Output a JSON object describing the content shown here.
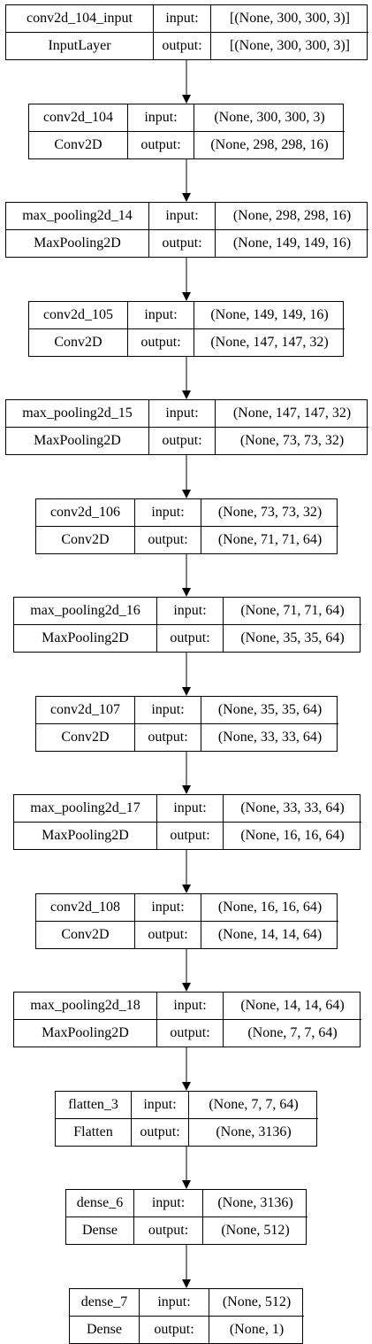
{
  "layers": [
    {
      "name": "conv2d_104_input",
      "type": "InputLayer",
      "input_label": "input:",
      "output_label": "output:",
      "input": "[(None, 300, 300, 3)]",
      "output": "[(None, 300, 300, 3)]"
    },
    {
      "name": "conv2d_104",
      "type": "Conv2D",
      "input_label": "input:",
      "output_label": "output:",
      "input": "(None, 300, 300, 3)",
      "output": "(None, 298, 298, 16)"
    },
    {
      "name": "max_pooling2d_14",
      "type": "MaxPooling2D",
      "input_label": "input:",
      "output_label": "output:",
      "input": "(None, 298, 298, 16)",
      "output": "(None, 149, 149, 16)"
    },
    {
      "name": "conv2d_105",
      "type": "Conv2D",
      "input_label": "input:",
      "output_label": "output:",
      "input": "(None, 149, 149, 16)",
      "output": "(None, 147, 147, 32)"
    },
    {
      "name": "max_pooling2d_15",
      "type": "MaxPooling2D",
      "input_label": "input:",
      "output_label": "output:",
      "input": "(None, 147, 147, 32)",
      "output": "(None, 73, 73, 32)"
    },
    {
      "name": "conv2d_106",
      "type": "Conv2D",
      "input_label": "input:",
      "output_label": "output:",
      "input": "(None, 73, 73, 32)",
      "output": "(None, 71, 71, 64)"
    },
    {
      "name": "max_pooling2d_16",
      "type": "MaxPooling2D",
      "input_label": "input:",
      "output_label": "output:",
      "input": "(None, 71, 71, 64)",
      "output": "(None, 35, 35, 64)"
    },
    {
      "name": "conv2d_107",
      "type": "Conv2D",
      "input_label": "input:",
      "output_label": "output:",
      "input": "(None, 35, 35, 64)",
      "output": "(None, 33, 33, 64)"
    },
    {
      "name": "max_pooling2d_17",
      "type": "MaxPooling2D",
      "input_label": "input:",
      "output_label": "output:",
      "input": "(None, 33, 33, 64)",
      "output": "(None, 16, 16, 64)"
    },
    {
      "name": "conv2d_108",
      "type": "Conv2D",
      "input_label": "input:",
      "output_label": "output:",
      "input": "(None, 16, 16, 64)",
      "output": "(None, 14, 14, 64)"
    },
    {
      "name": "max_pooling2d_18",
      "type": "MaxPooling2D",
      "input_label": "input:",
      "output_label": "output:",
      "input": "(None, 14, 14, 64)",
      "output": "(None, 7, 7, 64)"
    },
    {
      "name": "flatten_3",
      "type": "Flatten",
      "input_label": "input:",
      "output_label": "output:",
      "input": "(None, 7, 7, 64)",
      "output": "(None, 3136)"
    },
    {
      "name": "dense_6",
      "type": "Dense",
      "input_label": "input:",
      "output_label": "output:",
      "input": "(None, 3136)",
      "output": "(None, 512)"
    },
    {
      "name": "dense_7",
      "type": "Dense",
      "input_label": "input:",
      "output_label": "output:",
      "input": "(None, 512)",
      "output": "(None, 1)"
    }
  ],
  "colors": {
    "stroke": "#000000",
    "background": "#ffffff"
  }
}
